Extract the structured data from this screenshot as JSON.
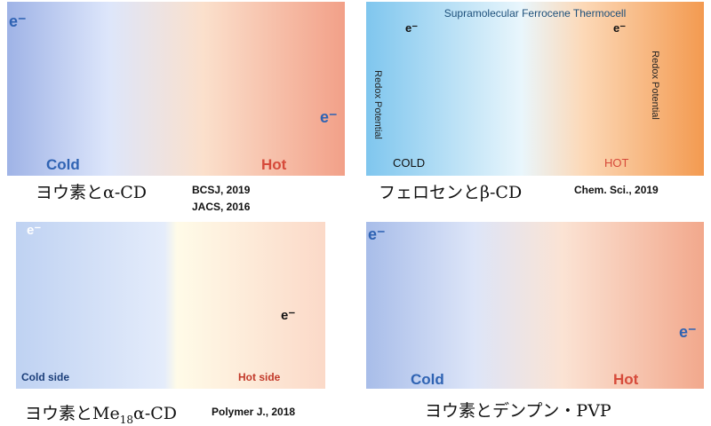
{
  "panels": {
    "iodine_acd": {
      "cold_label": "Cold",
      "hot_label": "Hot",
      "electron_left": "e⁻",
      "electron_right": "e⁻",
      "caption": "ヨウ素とα-CD",
      "ref1": "BCSJ, 2019",
      "ref2": "JACS, 2016"
    },
    "ferrocene_bcd": {
      "title": "Supramolecular Ferrocene Thermocell",
      "cold_label": "COLD",
      "hot_label": "HOT",
      "redox_left": "Redox Potential",
      "redox_right": "Redox Potential",
      "electron_left": "e⁻",
      "electron_right": "e⁻",
      "caption": "フェロセンとβ-CD",
      "ref": "Chem. Sci., 2019"
    },
    "iodine_me18": {
      "cold_label": "Cold side",
      "hot_label": "Hot side",
      "electron_left": "e⁻",
      "electron_right": "e⁻",
      "caption_prefix": "ヨウ素とMe",
      "caption_sub": "18",
      "caption_suffix": "α-CD",
      "ref": "Polymer J., 2018"
    },
    "iodine_starch": {
      "cold_label": "Cold",
      "hot_label": "Hot",
      "electron_left": "e⁻",
      "electron_right": "e⁻",
      "caption": "ヨウ素とデンプン・PVP"
    }
  },
  "colors": {
    "cold_blue": "#2f63b3",
    "hot_red": "#d64a3a",
    "iodide_red": "#c0154f",
    "triiodide_purple": "#5c1f8a",
    "cyclodextrin_cyan": "#35b6e0",
    "cd_gray": "#a9a9a9",
    "helix_blue": "#2a6e9c"
  }
}
